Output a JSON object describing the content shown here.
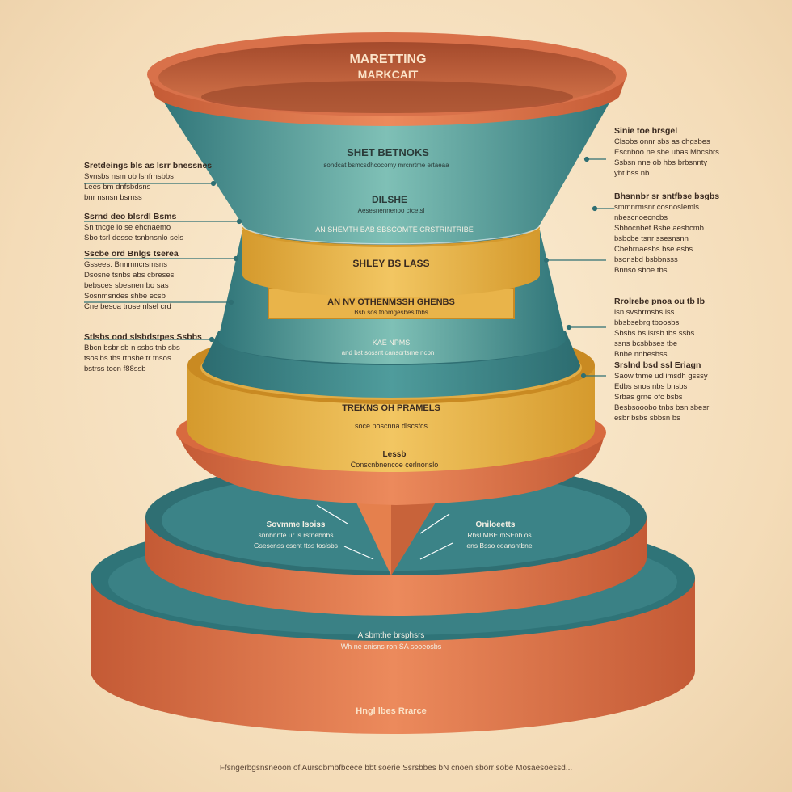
{
  "colors": {
    "orange": "#d9714a",
    "orange_dark": "#b9532f",
    "teal": "#3e8a8c",
    "teal_dark": "#2f6f73",
    "teal_light": "#8cc7bf",
    "yellow": "#e9b44a",
    "yellow_dark": "#d59a2d"
  },
  "funnel": {
    "title_line1": "MARETTING",
    "title_line2": "MARKCAIT",
    "layer1_title": "SHET BETNOKS",
    "layer1_sub": "sondcat bsmcsdhcocomy mrcnrtme ertaeaa",
    "layer2_title": "DILSHE",
    "layer2_sub": "Aesesnennenoo ctcetsl",
    "layer2_caption": "AN SHEMTH BAB SBSCOMTE CRSTRINTRIBE",
    "band1_label": "SHLEY BS LASS",
    "band2_title": "AN NV OTHENMSSH GHENBS",
    "band2_sub": "Bsb sos fnomgesbes tbbs",
    "layer3_title": "KAE NPMS",
    "layer3_sub": "and bst sossnt cansortsme ncbn",
    "band3_title": "TREKNS OH PRAMELS",
    "band3_sub": "soce poscnna dlscsfcs",
    "band4_title": "Lessb",
    "band4_sub": "Conscnbnencoe cerlnonslo"
  },
  "base": {
    "left_title": "Sovmme Isoiss",
    "left_l1": "snnbnnte ur ls rstnebnbs",
    "left_l2": "Gsescnss cscnt ttss toslsbs",
    "right_title": "Oniloeetts",
    "right_l1": "Rhsl MBE mSEnb os",
    "right_l2": "ens Bsso coansntbne",
    "mid_title": "A sbmthe brsphsrs",
    "mid_sub": "Wh ne cnisns ron SA sooeosbs",
    "bottom_label": "Hngl lbes Rrarce"
  },
  "left_notes": [
    {
      "title": "Sretdeings bls as lsrr bnessnes",
      "lines": [
        "Svnsbs nsm ob lsnfrnsbbs",
        "Lees bm dnfsbdsns",
        "bnr nsnsn bsmss"
      ]
    },
    {
      "title": "Ssrnd deo blsrdl Bsms",
      "lines": [
        "Sn tncge lo se ehcnaemo",
        "Sbo tsrl desse tsnbnsnlo sels"
      ]
    },
    {
      "title": "Sscbe ord Bnlgs tserea",
      "lines": [
        "Gssees: Bnnmncrsmsns",
        "Dsosne tsnbs abs cbreses",
        "bebsces sbesnen bo sas",
        "Sosnmsndes shbe ecsb",
        "Cne besoa trose nlsel crd"
      ]
    },
    {
      "title": "Stlsbs ood slsbdstpes Ssbbs",
      "lines": [
        "Bbcn bsbr sb n ssbs tnb sbs",
        "tsoslbs tbs rtnsbe tr tnsos",
        "bstrss tocn f88ssb"
      ]
    }
  ],
  "right_notes": [
    {
      "title": "Sinie toe brsgel",
      "lines": [
        "Clsobs onnr sbs as chgsbes",
        "Escnboo ne sbe ubas Mbcsbrs",
        "Ssbsn nne ob hbs brbsnnty",
        "ybt bss nb"
      ]
    },
    {
      "title": "Bhsnnbr sr sntfbse bsgbs",
      "lines": [
        "smmnrmsnr cosnoslemls",
        "nbescnoecncbs",
        "Sbbocnbet Bsbe aesbcmb",
        "bsbcbe tsnr ssesnsnn",
        "Cbebrnaesbs bse esbs",
        "bsonsbd bsbbnsss",
        "Bnnso sboe tbs"
      ]
    },
    {
      "title": "Rrolrebe pnoa ou tb Ib",
      "lines": [
        "lsn svsbrmsbs lss",
        "bbsbsebrg tboosbs",
        "Sbsbs bs lsrsb tbs ssbs",
        "ssns bcsbbses tbe",
        "Bnbe nnbesbss"
      ]
    },
    {
      "title": "Srslnd bsd ssl Eriagn",
      "lines": [
        "Saow tnme ud imsdh gsssy",
        "Edbs snos nbs bnsbs",
        "Srbas grne ofc bsbs",
        "Besbsooobo tnbs bsn sbesr",
        "esbr bsbs sbbsn bs"
      ]
    }
  ],
  "footer": "Ffsngerbgsnsneoon of Aursdbmbfbcece bbt soerie Ssrsbbes bN cnoen sborr sobe Mosaesoessd..."
}
